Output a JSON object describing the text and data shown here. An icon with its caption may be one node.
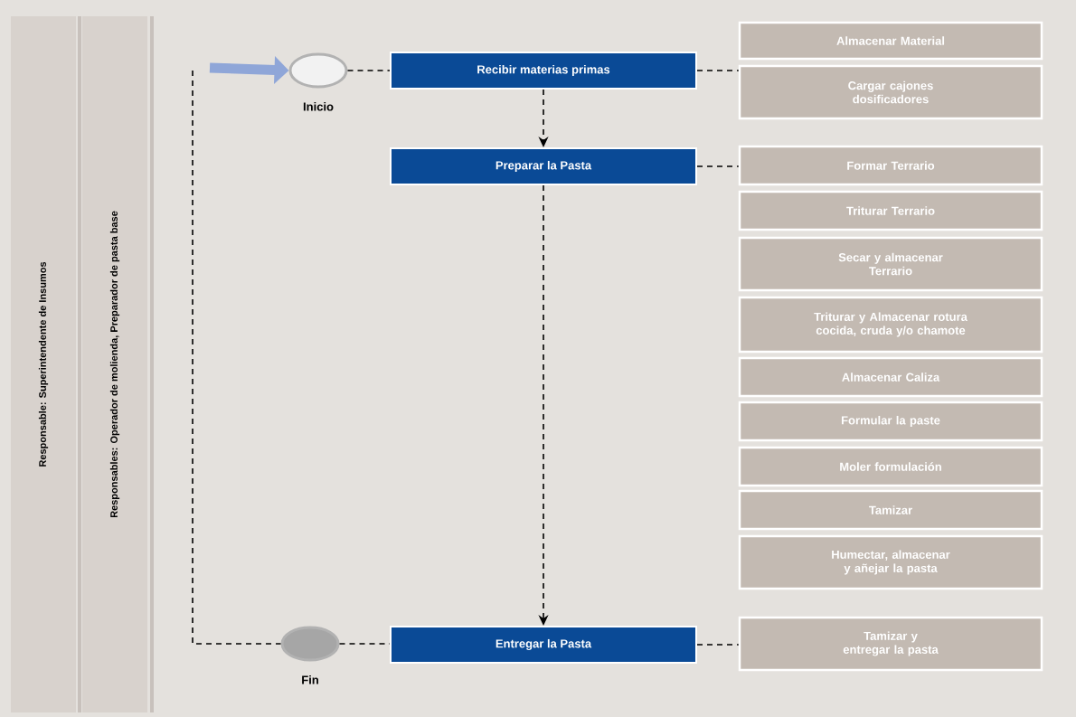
{
  "diagram": {
    "nodes": [
      {
        "text": [
          "Responsable: Superintendente de Insumos"
        ]
      },
      {
        "text": [
          "Responsables: Operador de molienda, Preparador de pasta base"
        ]
      },
      {
        "text": [],
        "shape": "circle",
        "beside": [
          "Inicio"
        ]
      },
      {
        "text": [
          "Recibir materias primas"
        ]
      },
      {
        "text": [
          "Almacenar Material"
        ]
      },
      {
        "text": [
          "Cargar cajones dosificadores"
        ]
      },
      {
        "text": [
          "Preparar la Pasta"
        ]
      },
      {
        "text": [
          "Formar Terrario"
        ]
      },
      {
        "text": [
          "Triturar Terrario"
        ]
      },
      {
        "text": [
          "Secar y almacenar Terrario"
        ]
      },
      {
        "text": [
          "Triturar y Almacenar rotura cocida, cruda y/o chamote"
        ]
      },
      {
        "text": [
          "Almacenar Caliza"
        ]
      },
      {
        "text": [
          "Formular la paste"
        ]
      },
      {
        "text": [
          "Moler formulación"
        ]
      },
      {
        "text": [
          "Tamizar"
        ]
      },
      {
        "text": [
          "Humectar, almacenar y añejar la pasta"
        ]
      },
      {
        "text": [],
        "shape": "circle",
        "beside": [
          "Fin"
        ]
      },
      {
        "text": [
          "Entregar la Pasta"
        ]
      },
      {
        "text": [
          "Tamizar y entregar la pasta"
        ]
      }
    ],
    "edges": [
      {
        "from": null,
        "to": 2,
        "arrow": "to",
        "style": "thick",
        "color": "#8fa6d8"
      },
      {
        "from": 2,
        "to": 3,
        "arrow": "none",
        "style": "dashed"
      },
      {
        "from": 3,
        "to": 5,
        "arrow": "none",
        "style": "dashed"
      },
      {
        "from": 3,
        "to": 6,
        "arrow": "to",
        "style": "dashed"
      },
      {
        "from": 6,
        "to": 7,
        "arrow": "none",
        "style": "dashed"
      },
      {
        "from": 6,
        "to": 17,
        "arrow": "to",
        "style": "dashed"
      },
      {
        "from": null,
        "to": 16,
        "arrow": "none",
        "style": "dashed"
      },
      {
        "from": 16,
        "to": 17,
        "arrow": "none",
        "style": "dashed"
      },
      {
        "from": 17,
        "to": 18,
        "arrow": "none",
        "style": "dashed"
      }
    ]
  }
}
